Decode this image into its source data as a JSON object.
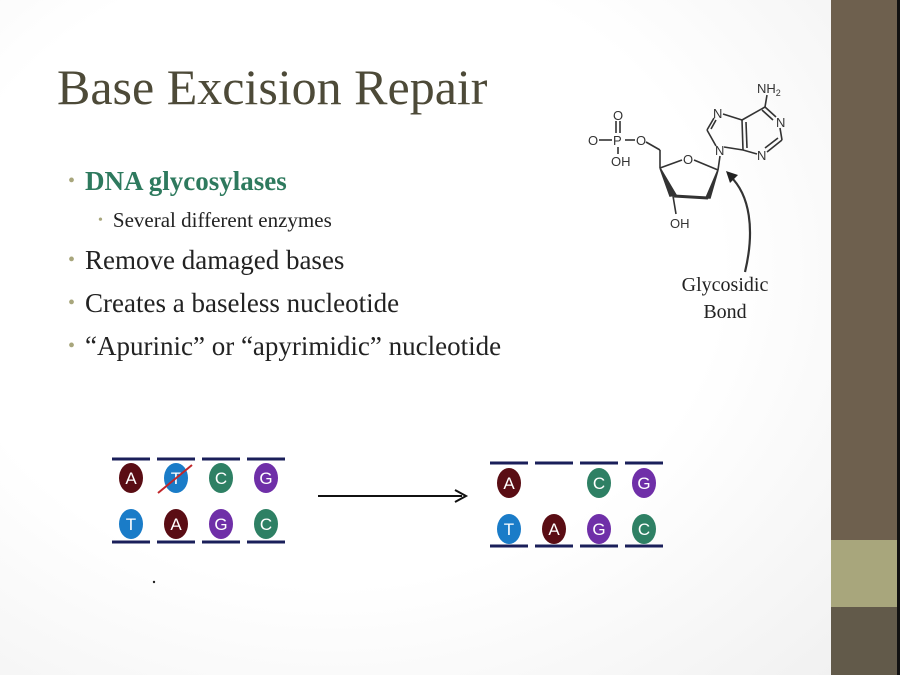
{
  "title": "Base Excision Repair",
  "bullets": [
    {
      "text": "DNA glycosylases",
      "highlight": true
    },
    {
      "text": "Remove damaged bases"
    },
    {
      "text": "Creates a baseless nucleotide"
    },
    {
      "text": "“Apurinic” or “apyrimidic” nucleotide"
    }
  ],
  "sub_bullets": [
    "Several different enzymes"
  ],
  "bullet_symbol": "•",
  "structure": {
    "labels": {
      "nh2": "NH",
      "nh2_sub": "2",
      "n": "N",
      "o": "O",
      "p": "P",
      "oh": "OH"
    },
    "annotation_line1": "Glycosidic",
    "annotation_line2": "Bond"
  },
  "dna_before": {
    "top": [
      "A",
      "T",
      "C",
      "G"
    ],
    "bottom": [
      "T",
      "A",
      "G",
      "C"
    ],
    "damaged_index": 1
  },
  "dna_after": {
    "top": [
      "A",
      "",
      "C",
      "G"
    ],
    "bottom": [
      "T",
      "A",
      "G",
      "C"
    ]
  },
  "colors": {
    "A": "#5a0d14",
    "T": "#1a7cc8",
    "C": "#2e8064",
    "G": "#6f2fa8",
    "strand": "#1a1f5a",
    "accent": "#2e7a5e",
    "strike": "#c0262a"
  }
}
